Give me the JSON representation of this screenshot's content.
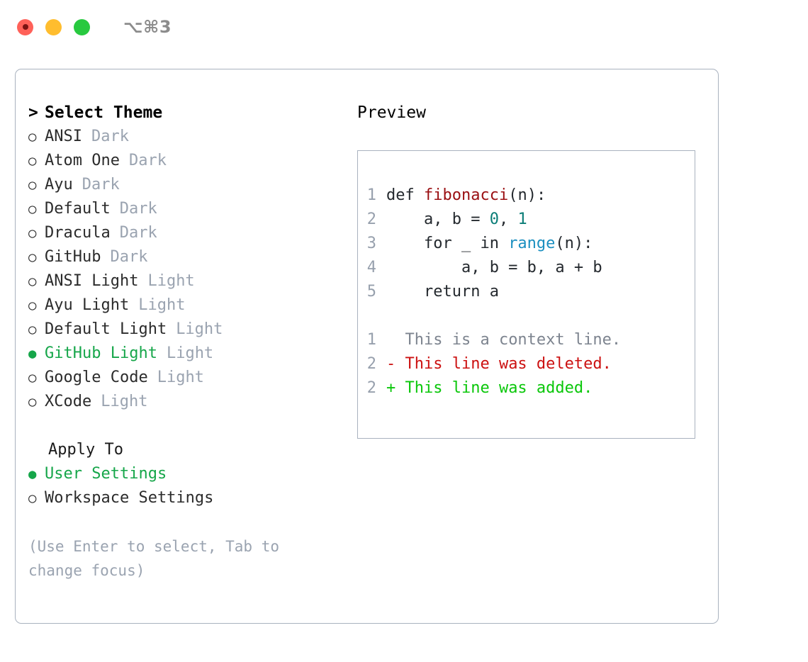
{
  "titlebar": {
    "shortcut": "⌥⌘3",
    "lights": [
      {
        "name": "close",
        "color": "#ff6159"
      },
      {
        "name": "minimize",
        "color": "#ffbd2e"
      },
      {
        "name": "zoom",
        "color": "#28c93f"
      }
    ]
  },
  "accent": {
    "green": "#16a64a",
    "muted": "#9aa3b0",
    "border": "#a9b2bf"
  },
  "theme_list": {
    "title": "Select Theme",
    "caret": ">",
    "bullet_selected": "●",
    "bullet_unselected": "○",
    "items": [
      {
        "name": "ANSI",
        "kind": "Dark",
        "selected": false
      },
      {
        "name": "Atom One",
        "kind": "Dark",
        "selected": false
      },
      {
        "name": "Ayu",
        "kind": "Dark",
        "selected": false
      },
      {
        "name": "Default",
        "kind": "Dark",
        "selected": false
      },
      {
        "name": "Dracula",
        "kind": "Dark",
        "selected": false
      },
      {
        "name": "GitHub",
        "kind": "Dark",
        "selected": false
      },
      {
        "name": "ANSI Light",
        "kind": "Light",
        "selected": false
      },
      {
        "name": "Ayu Light",
        "kind": "Light",
        "selected": false
      },
      {
        "name": "Default Light",
        "kind": "Light",
        "selected": false
      },
      {
        "name": "GitHub Light",
        "kind": "Light",
        "selected": true
      },
      {
        "name": "Google Code",
        "kind": "Light",
        "selected": false
      },
      {
        "name": "XCode",
        "kind": "Light",
        "selected": false
      }
    ]
  },
  "apply_to": {
    "title": "Apply To",
    "options": [
      {
        "name": "User Settings",
        "selected": true
      },
      {
        "name": "Workspace Settings",
        "selected": false
      }
    ]
  },
  "hint": "(Use Enter to select, Tab to change focus)",
  "preview": {
    "title": "Preview",
    "code_lines": [
      {
        "no": "1",
        "tokens": [
          {
            "t": "def ",
            "c": "kw"
          },
          {
            "t": "fibonacci",
            "c": "fn"
          },
          {
            "t": "(n):",
            "c": "kw"
          }
        ]
      },
      {
        "no": "2",
        "tokens": [
          {
            "t": "    a, b = ",
            "c": "kw"
          },
          {
            "t": "0",
            "c": "num"
          },
          {
            "t": ", ",
            "c": "kw"
          },
          {
            "t": "1",
            "c": "num"
          }
        ]
      },
      {
        "no": "3",
        "tokens": [
          {
            "t": "    for _ in ",
            "c": "kw"
          },
          {
            "t": "range",
            "c": "bi"
          },
          {
            "t": "(n):",
            "c": "kw"
          }
        ]
      },
      {
        "no": "4",
        "tokens": [
          {
            "t": "        a, b = b, a + b",
            "c": "kw"
          }
        ]
      },
      {
        "no": "5",
        "tokens": [
          {
            "t": "    return a",
            "c": "kw"
          }
        ]
      }
    ],
    "diff_lines": [
      {
        "no": "1",
        "marker": " ",
        "text": " This is a context line.",
        "kind": "ctx"
      },
      {
        "no": "2",
        "marker": "-",
        "text": " This line was deleted.",
        "kind": "del"
      },
      {
        "no": "2",
        "marker": "+",
        "text": " This line was added.",
        "kind": "add"
      }
    ]
  }
}
